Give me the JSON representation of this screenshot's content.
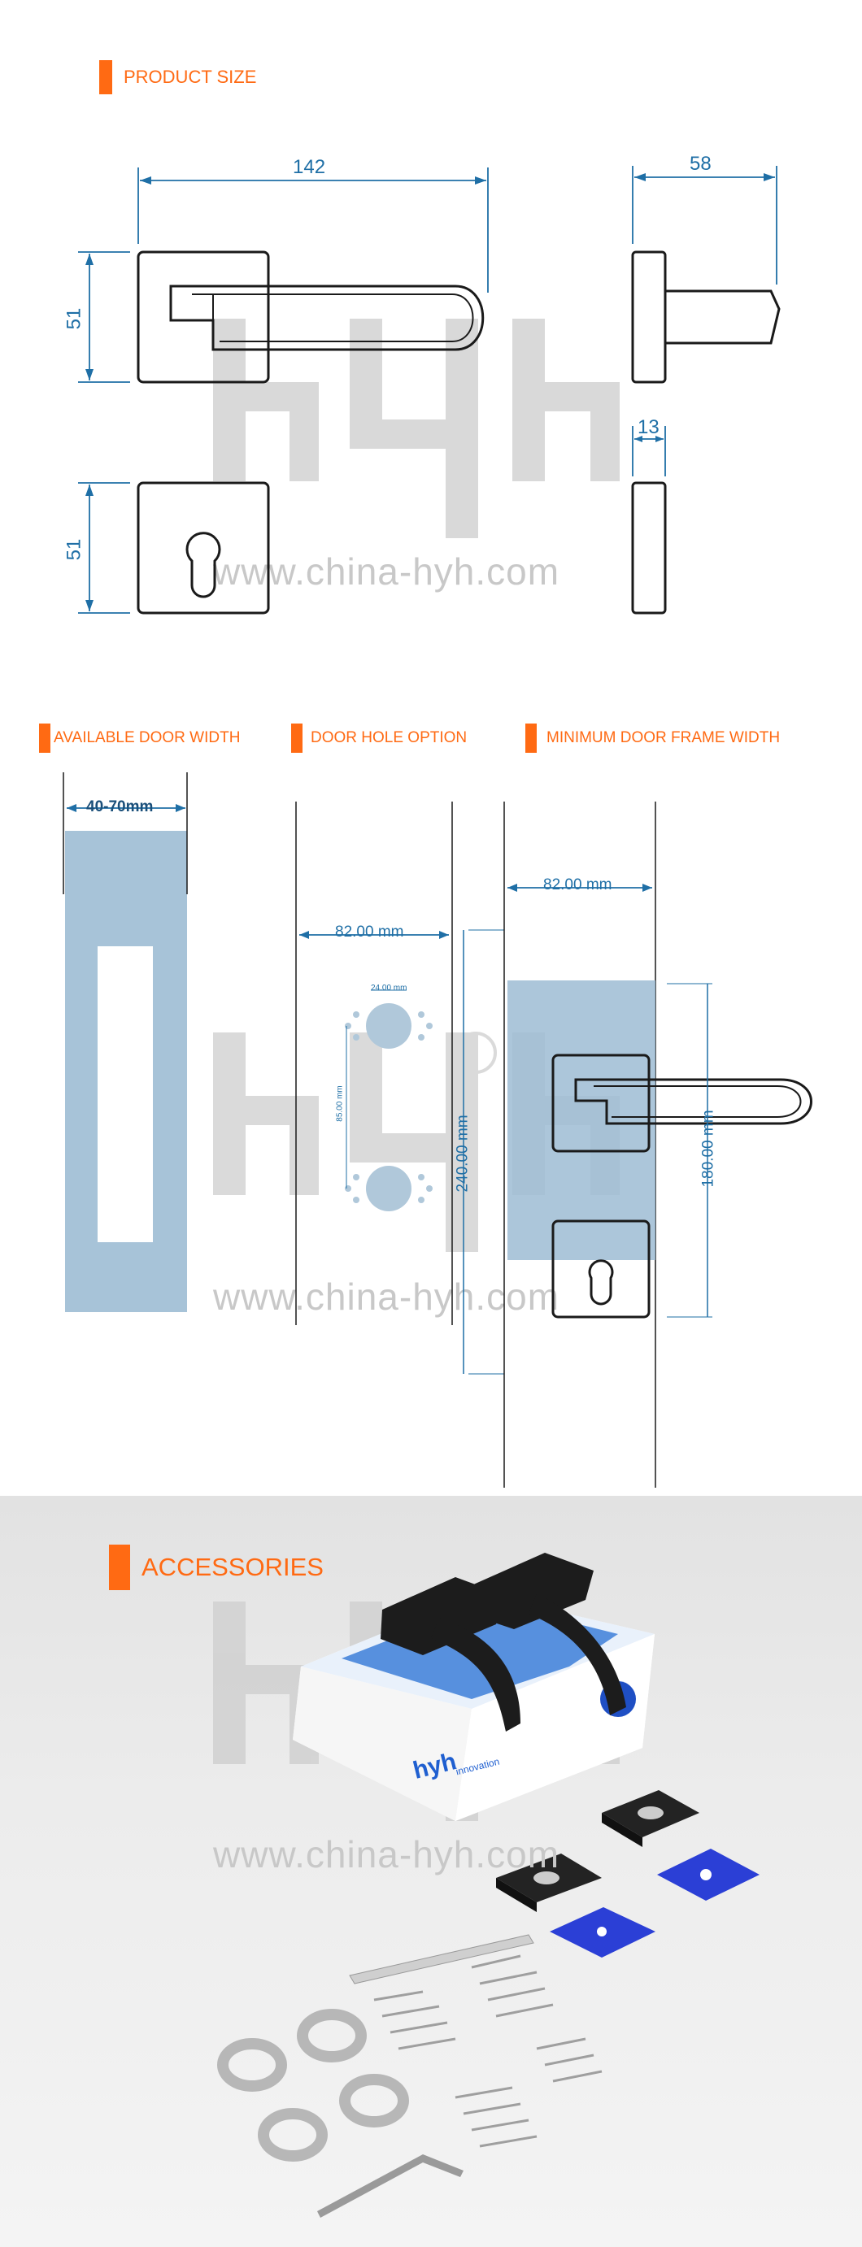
{
  "colors": {
    "accent": "#ff6a13",
    "dimension": "#1f6fa6",
    "outline": "#1a1a1a",
    "door_fill": "#9dbcd4",
    "plate_blue": "#2b3fd6",
    "watermark": "#d6d6d6"
  },
  "product_size": {
    "heading": "PRODUCT SIZE",
    "dim_width": "142",
    "dim_height_top": "51",
    "dim_height_bottom": "51",
    "dim_projection": "58",
    "dim_thickness": "13"
  },
  "door_width": {
    "heading": "AVAILABLE DOOR WIDTH",
    "range": "40-70mm"
  },
  "door_hole": {
    "heading": "DOOR HOLE OPTION",
    "width": "82.00 mm",
    "hole_spacing": "24.00 mm",
    "vertical_spacing": "85.00 mm",
    "total_height": "240.00 mm"
  },
  "door_frame": {
    "heading": "MINIMUM DOOR FRAME WIDTH",
    "width": "82.00 mm",
    "height": "180.00 mm"
  },
  "accessories": {
    "heading": "ACCESSORIES",
    "box_brand": "hyh",
    "box_sub": "innovation"
  },
  "watermark": {
    "url": "www.china-hyh.com",
    "brand": "hyh"
  }
}
